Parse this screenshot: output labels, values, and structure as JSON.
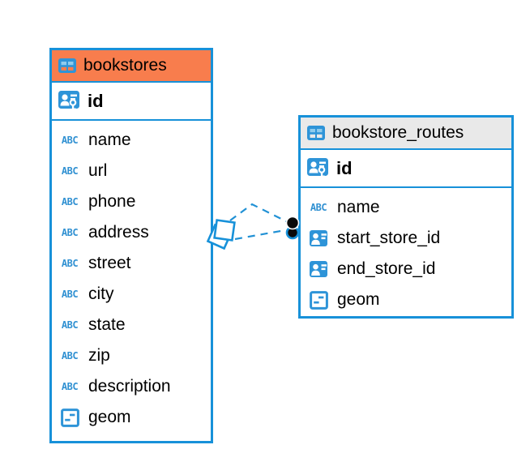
{
  "diagram": {
    "colors": {
      "table_border_blue": "#1791d9",
      "icon_blue": "#2e94d8",
      "icon_cell_light_blue": "#8ecbed",
      "relationship_line_blue": "#2191d5",
      "bookstores_header_orange": "#f87d4d",
      "routes_header_gray": "#e9e9e9",
      "endpoint_dot_black": "#0a0a0a"
    },
    "icons": {
      "text_type_glyph": "ABC"
    },
    "tables": [
      {
        "name": "bookstores",
        "header_color": "#f87d4d",
        "primary_key": {
          "name": "id"
        },
        "fields": [
          {
            "name": "name",
            "type": "text"
          },
          {
            "name": "url",
            "type": "text"
          },
          {
            "name": "phone",
            "type": "text"
          },
          {
            "name": "address",
            "type": "text"
          },
          {
            "name": "street",
            "type": "text"
          },
          {
            "name": "city",
            "type": "text"
          },
          {
            "name": "state",
            "type": "text"
          },
          {
            "name": "zip",
            "type": "text"
          },
          {
            "name": "description",
            "type": "text"
          },
          {
            "name": "geom",
            "type": "geometry"
          }
        ]
      },
      {
        "name": "bookstore_routes",
        "header_color": "#e9e9e9",
        "primary_key": {
          "name": "id"
        },
        "fields": [
          {
            "name": "name",
            "type": "text"
          },
          {
            "name": "start_store_id",
            "type": "reference"
          },
          {
            "name": "end_store_id",
            "type": "reference"
          },
          {
            "name": "geom",
            "type": "geometry"
          }
        ]
      }
    ]
  }
}
